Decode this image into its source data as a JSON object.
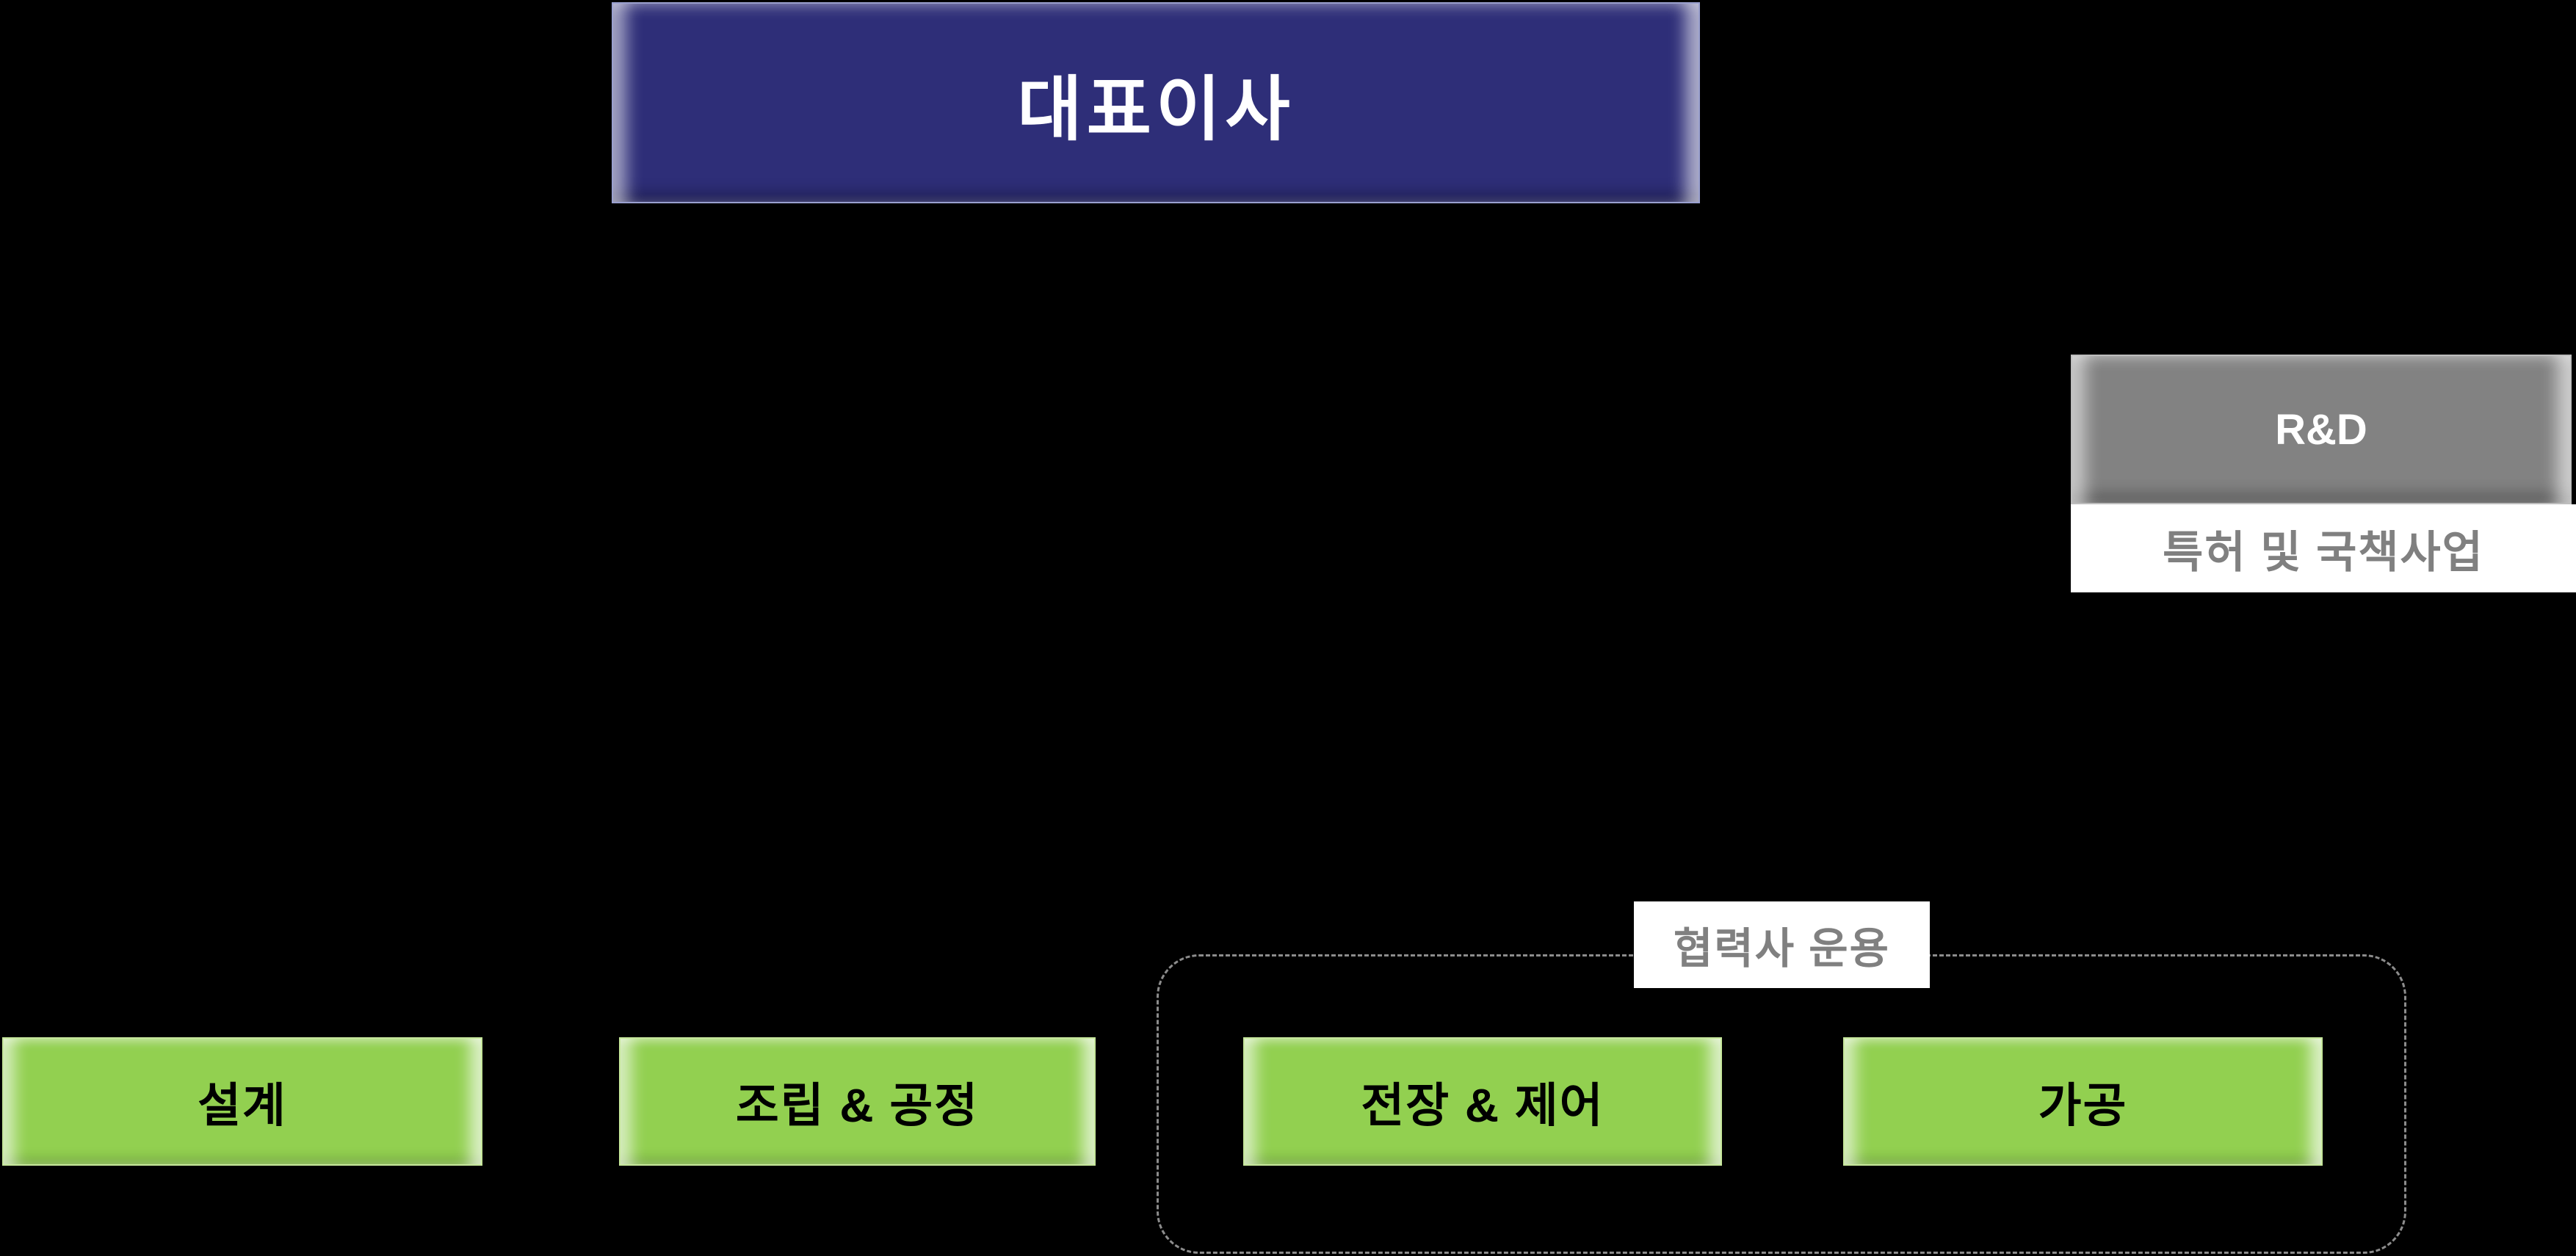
{
  "org_chart": {
    "ceo": {
      "label": "대표이사"
    },
    "rnd": {
      "label": "R&D",
      "note": "특허 및 국책사업"
    },
    "partner_overlay": {
      "label": "협력사 운용"
    },
    "departments": [
      {
        "label": "설계"
      },
      {
        "label": "조립 & 공정"
      },
      {
        "label": "전장 & 제어"
      },
      {
        "label": "가공"
      }
    ],
    "colors": {
      "background": "#000000",
      "ceo_box": "#2e2e78",
      "rnd_box": "#828282",
      "dept_box": "#92d050",
      "note_text": "#808080",
      "dashed_border": "#8c8c8c"
    }
  }
}
